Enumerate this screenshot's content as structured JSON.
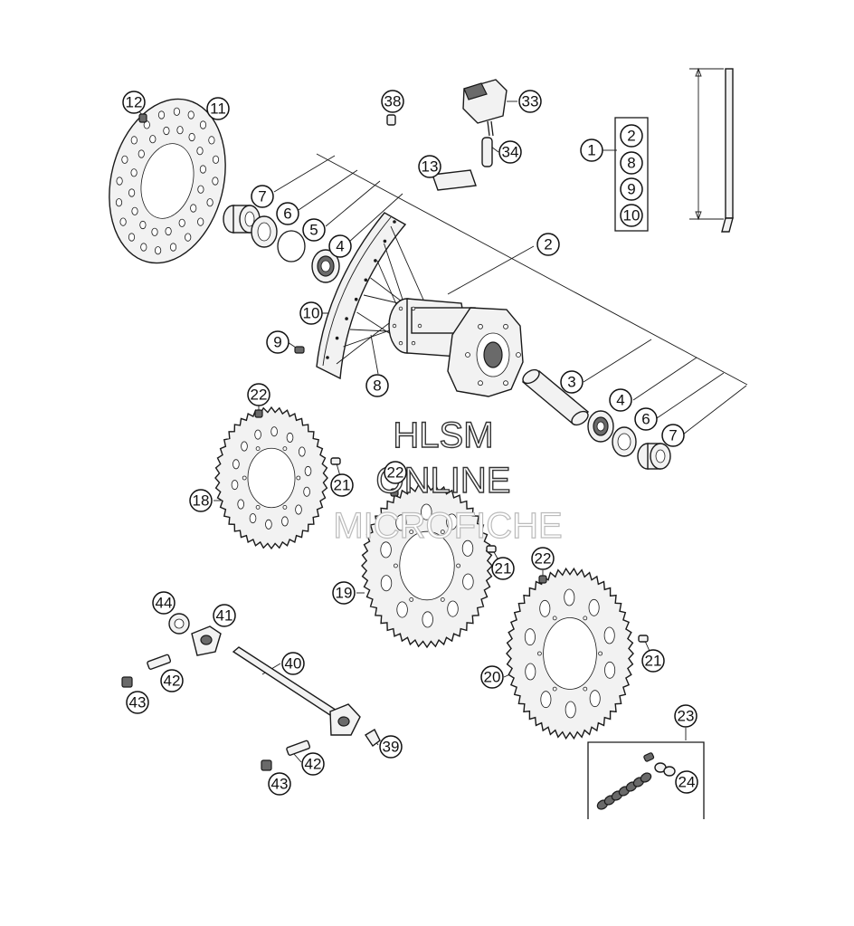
{
  "diagram": {
    "callouts": [
      {
        "id": "c12",
        "label": "12"
      },
      {
        "id": "c11",
        "label": "11"
      },
      {
        "id": "c38",
        "label": "38"
      },
      {
        "id": "c33",
        "label": "33"
      },
      {
        "id": "c34",
        "label": "34"
      },
      {
        "id": "c13",
        "label": "13"
      },
      {
        "id": "c1",
        "label": "1"
      },
      {
        "id": "c1-2",
        "label": "2"
      },
      {
        "id": "c1-8",
        "label": "8"
      },
      {
        "id": "c1-9",
        "label": "9"
      },
      {
        "id": "c1-10",
        "label": "10"
      },
      {
        "id": "c7a",
        "label": "7"
      },
      {
        "id": "c6a",
        "label": "6"
      },
      {
        "id": "c5a",
        "label": "5"
      },
      {
        "id": "c4a",
        "label": "4"
      },
      {
        "id": "c2",
        "label": "2"
      },
      {
        "id": "c10",
        "label": "10"
      },
      {
        "id": "c9",
        "label": "9"
      },
      {
        "id": "c8",
        "label": "8"
      },
      {
        "id": "c3",
        "label": "3"
      },
      {
        "id": "c4b",
        "label": "4"
      },
      {
        "id": "c6b",
        "label": "6"
      },
      {
        "id": "c7b",
        "label": "7"
      },
      {
        "id": "c22a",
        "label": "22"
      },
      {
        "id": "c18",
        "label": "18"
      },
      {
        "id": "c21a",
        "label": "21"
      },
      {
        "id": "c22b",
        "label": "22"
      },
      {
        "id": "c19",
        "label": "19"
      },
      {
        "id": "c21b",
        "label": "21"
      },
      {
        "id": "c22c",
        "label": "22"
      },
      {
        "id": "c20",
        "label": "20"
      },
      {
        "id": "c21c",
        "label": "21"
      },
      {
        "id": "c44",
        "label": "44"
      },
      {
        "id": "c41",
        "label": "41"
      },
      {
        "id": "c40",
        "label": "40"
      },
      {
        "id": "c42a",
        "label": "42"
      },
      {
        "id": "c43a",
        "label": "43"
      },
      {
        "id": "c39",
        "label": "39"
      },
      {
        "id": "c42b",
        "label": "42"
      },
      {
        "id": "c43b",
        "label": "43"
      },
      {
        "id": "c23",
        "label": "23"
      },
      {
        "id": "c24",
        "label": "24"
      }
    ],
    "watermark": {
      "line1": "HLSM",
      "line2": "ONLINE",
      "line3": "MICROFICHE"
    }
  }
}
